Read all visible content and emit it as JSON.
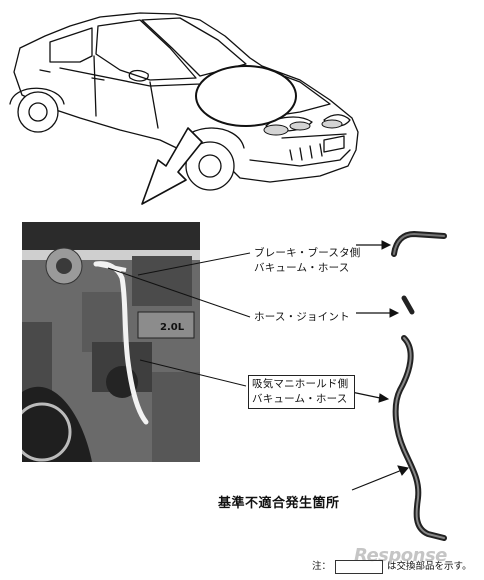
{
  "callouts": {
    "brake_hose": [
      "ブレーキ・ブースタ側",
      "バキューム・ホース"
    ],
    "hose_joint": "ホース・ジョイント",
    "intake_hose": [
      "吸気マニホールド側",
      "バキューム・ホース"
    ],
    "defect_location": "基準不適合発生箇所"
  },
  "footnote": {
    "prefix": "注：",
    "suffix": "は交換部品を示す。"
  },
  "watermark": "Response",
  "engine_plate": "2.0L"
}
